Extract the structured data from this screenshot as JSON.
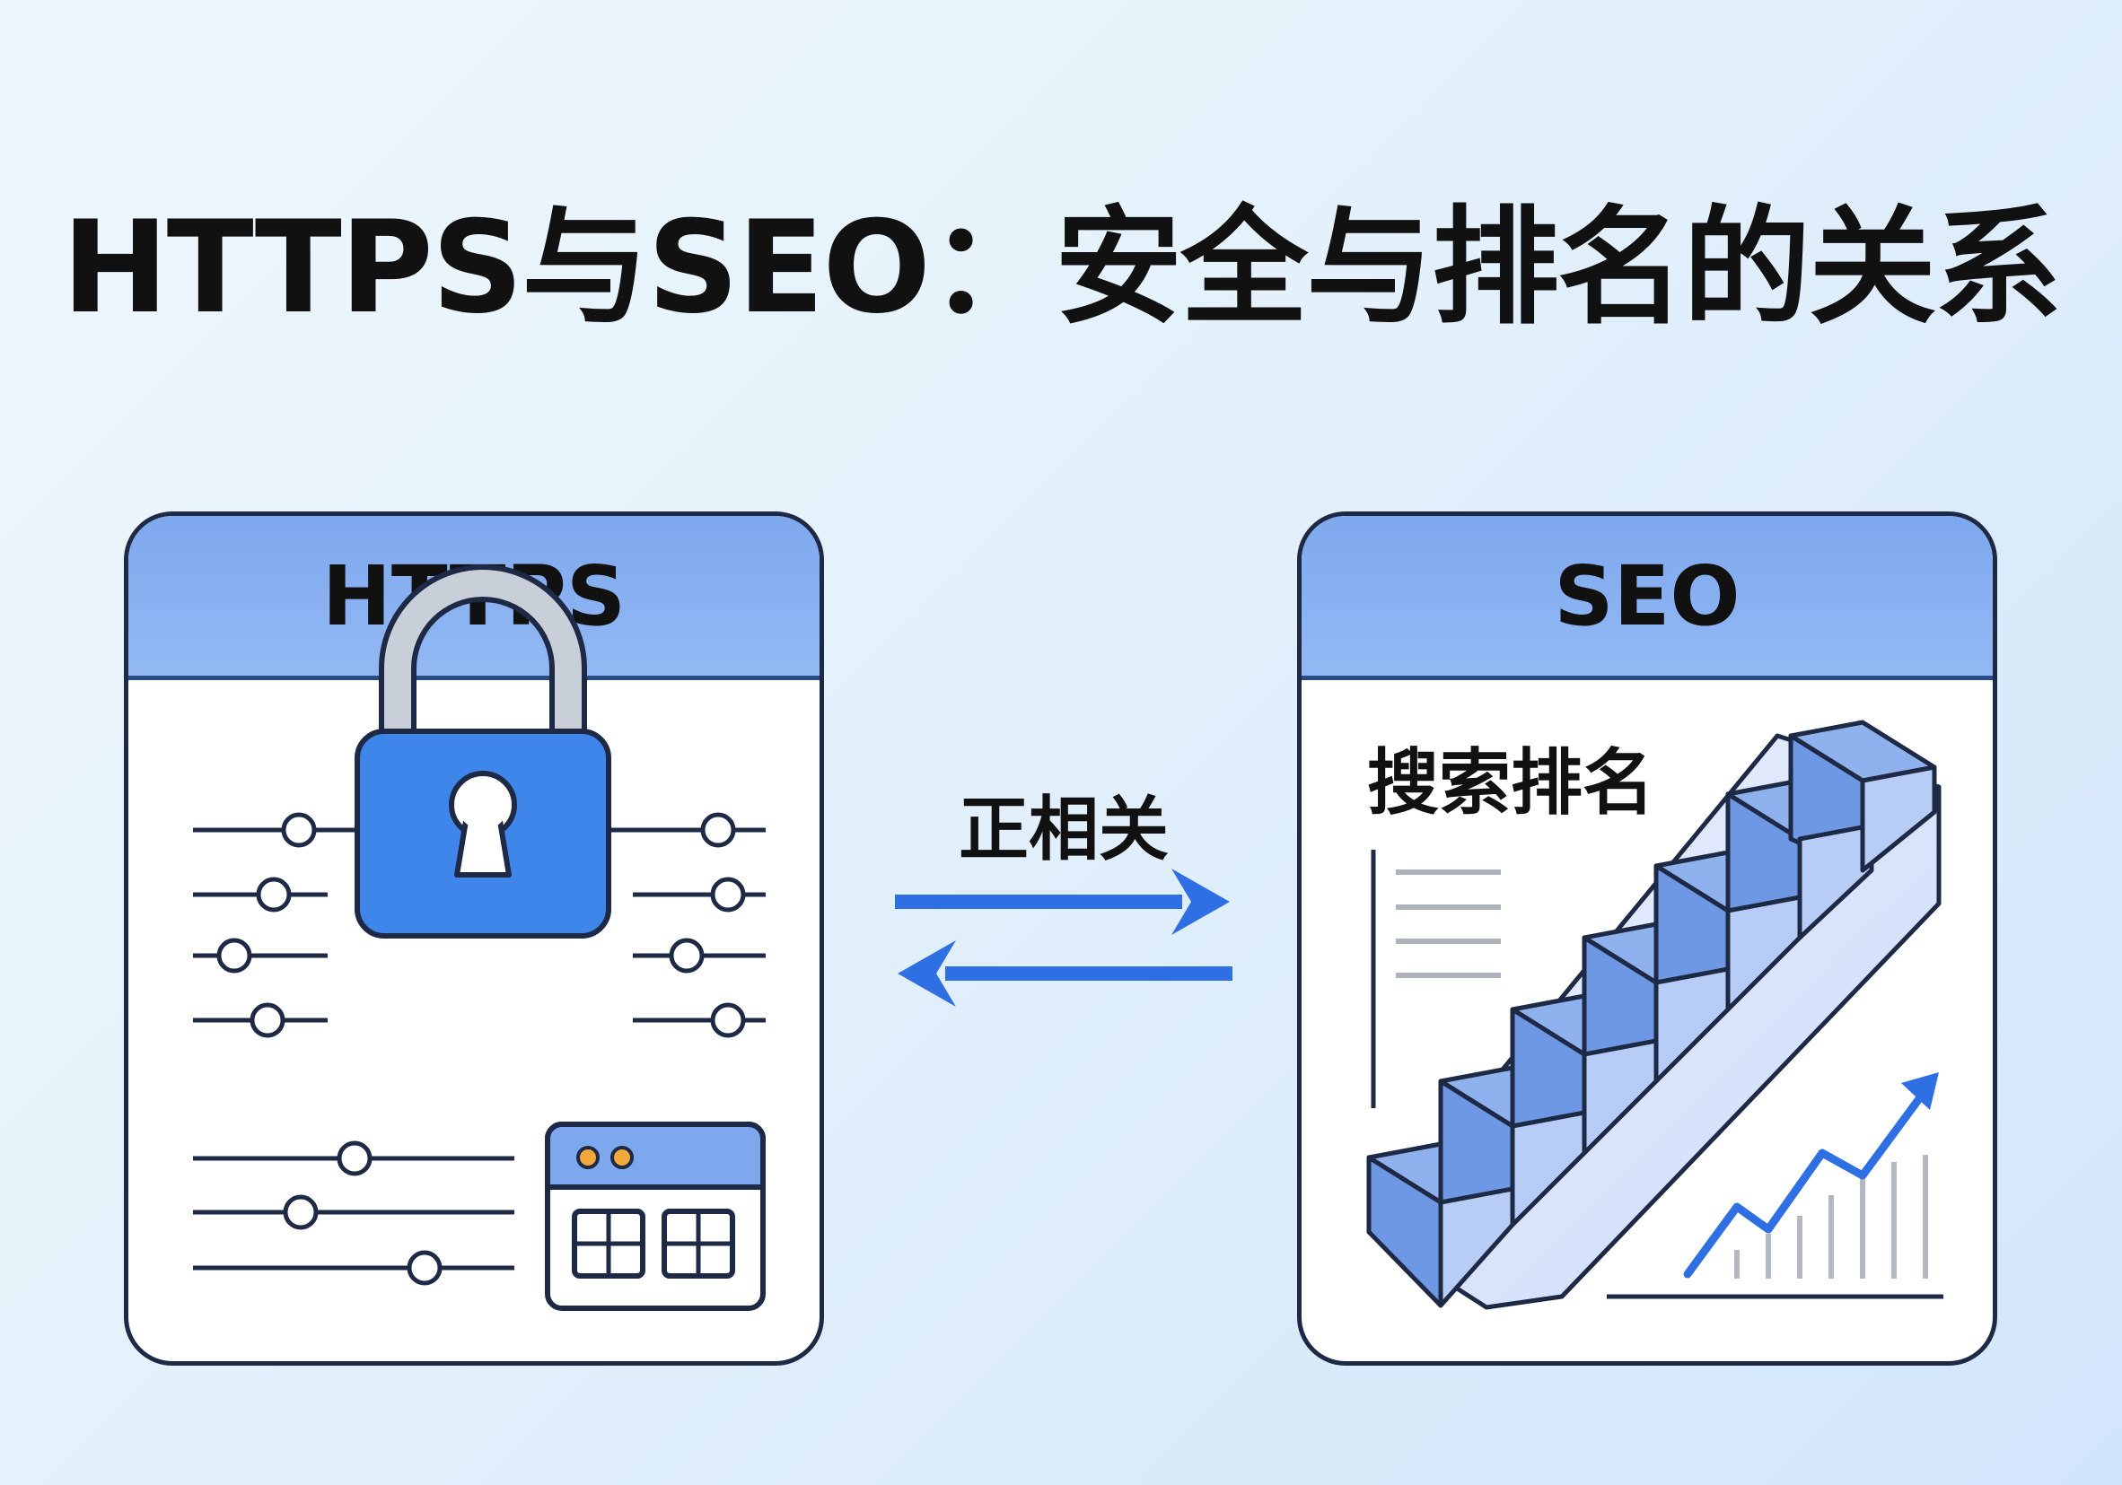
{
  "title": "HTTPS与SEO：安全与排名的关系",
  "left_panel": {
    "label": "HTTPS"
  },
  "right_panel": {
    "label": "SEO",
    "rank_label": "搜索排名"
  },
  "relation": {
    "label": "正相关"
  },
  "colors": {
    "accent_blue": "#2f6fe4",
    "header_blue": "#86aef0",
    "outline": "#1e2a45",
    "orange_dot": "#f2a83b"
  },
  "icons": [
    "lock-icon",
    "keyhole-icon",
    "browser-window-icon",
    "staircase-icon",
    "trend-chart-icon",
    "double-arrow-icon"
  ]
}
